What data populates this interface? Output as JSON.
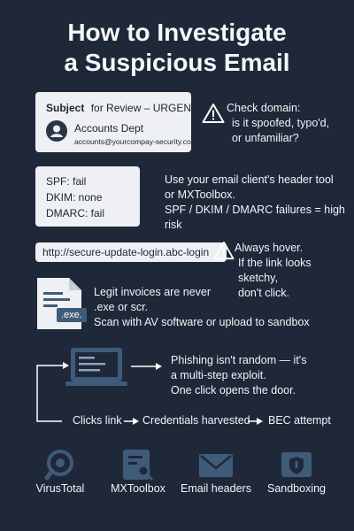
{
  "title": {
    "line1": "How to Investigate",
    "line2": "a Suspicious Email"
  },
  "email_card": {
    "subject_label": "Subject",
    "subject_text": "for Review – URGENT",
    "sender_name": "Accounts Dept",
    "sender_email": "accounts@yourcompay-security.com"
  },
  "check_domain": {
    "line1": "Check domain:",
    "line2": "is it spoofed, typo'd,",
    "line3": "or unfamiliar?"
  },
  "auth_card": {
    "spf": "SPF: fail",
    "dkim": "DKIM: none",
    "dmarc": "DMARC: fail"
  },
  "header_tip": {
    "line1": "Use your email client's header tool",
    "line2": "or MXToolbox.",
    "line3": "SPF / DKIM / DMARC failures = high risk"
  },
  "link": {
    "url": "http://secure-update-login.abc-login",
    "tip1": "Always hover.",
    "tip2": "If the link looks sketchy,",
    "tip3": "don't click."
  },
  "attachment": {
    "ext": ".exe.",
    "line1": "Legit invoices are never",
    "line2": ".exe or scr.",
    "line3": "Scan with AV software or upload to sandbox"
  },
  "phishing": {
    "line1": "Phishing isn't random — it's",
    "line2": "a multi-step exploit.",
    "line3": "One click opens the door."
  },
  "flow": {
    "step1": "Clicks link",
    "step2": "Credentials harvested",
    "step3": "BEC attempt"
  },
  "tools": [
    {
      "label": "VirusTotal",
      "icon": "magnifier-icon"
    },
    {
      "label": "MXToolbox",
      "icon": "document-search-icon"
    },
    {
      "label": "Email headers",
      "icon": "envelope-icon"
    },
    {
      "label": "Sandboxing",
      "icon": "shield-icon"
    }
  ],
  "colors": {
    "background": "#1f2838",
    "card": "#eef0f3",
    "icon": "#3f5b7a"
  }
}
